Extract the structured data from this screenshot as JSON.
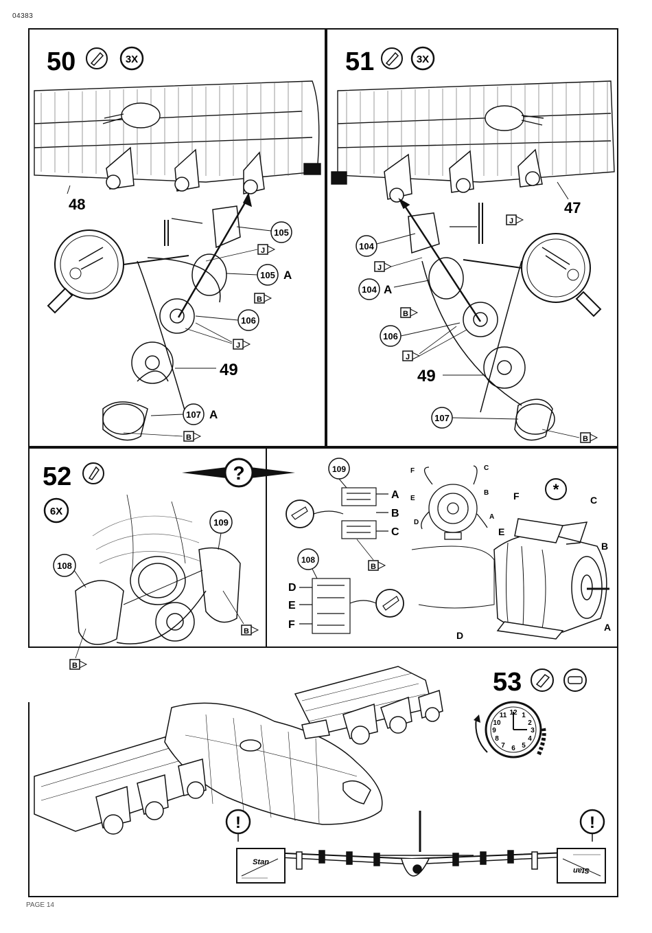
{
  "document_code": "04383",
  "page_label": "PAGE 14",
  "steps": [
    {
      "number": "50",
      "quantity": "3X",
      "icons": [
        "paint-brush-icon"
      ],
      "callouts": {
        "wing_ref": "48",
        "engine_ref": "49"
      },
      "parts": [
        {
          "number": "105",
          "suffix": ""
        },
        {
          "number": "105",
          "suffix": "A"
        },
        {
          "number": "106",
          "suffix": ""
        },
        {
          "number": "107",
          "suffix": "A"
        }
      ],
      "color_codes": [
        "J",
        "B",
        "J",
        "B"
      ]
    },
    {
      "number": "51",
      "quantity": "3X",
      "icons": [
        "paint-brush-icon"
      ],
      "callouts": {
        "wing_ref": "47",
        "engine_ref": "49"
      },
      "parts": [
        {
          "number": "104",
          "suffix": ""
        },
        {
          "number": "104",
          "suffix": "A"
        },
        {
          "number": "106",
          "suffix": ""
        },
        {
          "number": "107",
          "suffix": ""
        }
      ],
      "color_codes": [
        "J",
        "J",
        "B",
        "J",
        "B"
      ]
    },
    {
      "number": "52",
      "quantity": "6X",
      "icons": [
        "glue-icon",
        "question-icon",
        "asterisk-icon"
      ],
      "parts": [
        {
          "number": "108",
          "suffix": ""
        },
        {
          "number": "109",
          "suffix": ""
        },
        {
          "number": "109",
          "suffix": ""
        },
        {
          "number": "108",
          "suffix": ""
        }
      ],
      "color_codes": [
        "B",
        "B",
        "B",
        "B"
      ],
      "flap_letters": [
        "A",
        "B",
        "C",
        "D",
        "E",
        "F"
      ]
    },
    {
      "number": "53",
      "icons": [
        "glue-icon",
        "tape-icon",
        "clock-icon",
        "warning-icon"
      ],
      "clock_numbers": [
        "12",
        "1",
        "2",
        "3",
        "4",
        "5",
        "6",
        "7",
        "8",
        "9",
        "10",
        "11"
      ],
      "decal_text": "Stan"
    }
  ]
}
